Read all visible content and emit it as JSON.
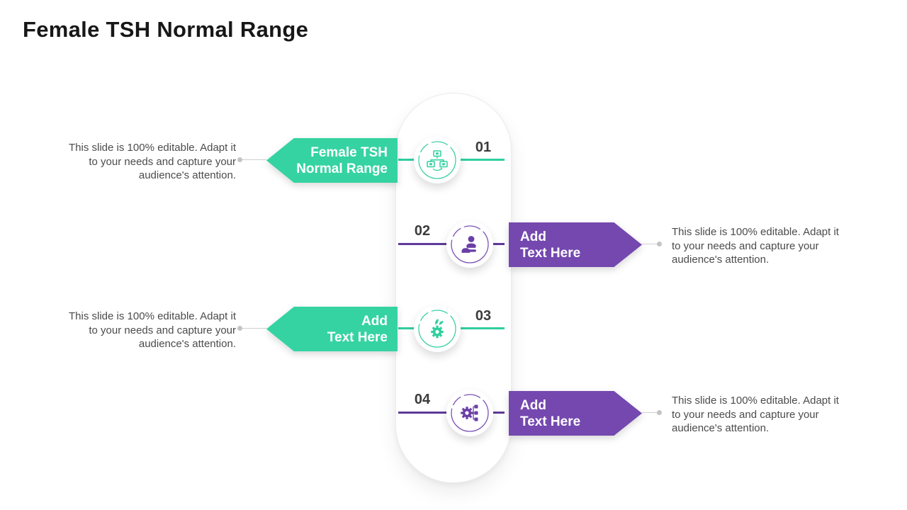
{
  "slide": {
    "title": "Female TSH Normal Range"
  },
  "colors": {
    "green": "#35d3a2",
    "green_line": "#2fcfa0",
    "purple": "#7448af",
    "purple_line": "#5f3a99"
  },
  "editable_text": "This slide is 100% editable. Adapt it to your needs and capture your audience's attention.",
  "steps": [
    {
      "number": "01",
      "side": "left",
      "color": "green",
      "icon": "network-computers-icon",
      "label_line1": "Female TSH",
      "label_line2": "Normal Range"
    },
    {
      "number": "02",
      "side": "right",
      "color": "purple",
      "icon": "hand-holding-person-icon",
      "label_line1": "Add",
      "label_line2": "Text Here"
    },
    {
      "number": "03",
      "side": "left",
      "color": "green",
      "icon": "gear-leaves-icon",
      "label_line1": "Add",
      "label_line2": "Text Here"
    },
    {
      "number": "04",
      "side": "right",
      "color": "purple",
      "icon": "gear-flowchart-icon",
      "label_line1": "Add",
      "label_line2": "Text Here"
    }
  ]
}
